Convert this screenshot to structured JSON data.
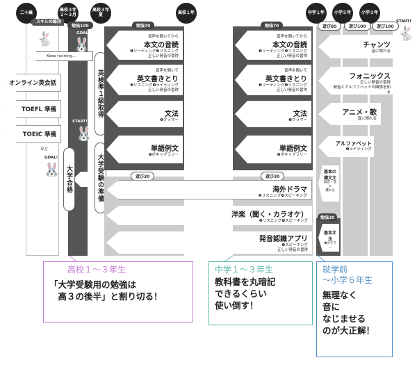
{
  "timeline": [
    {
      "label": "二十歳"
    },
    {
      "label": "高校３年\n２〜３月"
    },
    {
      "label": "高校３年\n夏"
    },
    {
      "label": "高校１年"
    },
    {
      "label": "中学１年"
    },
    {
      "label": "小学５年"
    },
    {
      "label": "小学３年"
    }
  ],
  "skills_maintain": "スキルの維持",
  "keep_running": "Keep running...",
  "goal": "GOAL!",
  "start": "START!",
  "study100": "勉強100",
  "study70a": "勉強70",
  "study70b": "勉強70",
  "play80": "遊び80",
  "play100a": "遊び100",
  "play100b": "遊び100",
  "play30a": "遊び30",
  "play30b": "遊び30",
  "study20": "勉強20",
  "left_items": [
    "オンライン英会話",
    "TOEFL 準備",
    "TOEIC 準備"
  ],
  "etc": "など",
  "pill_eiken": "英検準１級取得",
  "pill_exam": "大学受験の準備",
  "pill_pass": "大学合格",
  "high_items": [
    {
      "pre": "音声を聞いてから",
      "title": "本文の音読",
      "sub": "❶リーディング❷リスニング\n正しい発音の習得"
    },
    {
      "pre": "音声を聞いて",
      "title": "英文書きとり",
      "sub": "❷リスニング❸ライティング\n正しい発音の習得"
    },
    {
      "pre": "",
      "title": "文法",
      "sub": "❺グラマー"
    },
    {
      "pre": "",
      "title": "単語例文",
      "sub": "❻ボキャブラリー"
    }
  ],
  "mid_items": [
    {
      "pre": "音声を聞いてから",
      "title": "本文の音読",
      "sub": "❶リーディング❷リスニング\n正しい発音の習得"
    },
    {
      "pre": "音声を聞いて",
      "title": "英文書きとり",
      "sub": "❶リーディング❷リスニング\n正しい発音の習得"
    },
    {
      "pre": "",
      "title": "文法",
      "sub": "❺グラマー"
    },
    {
      "pre": "",
      "title": "単語例文",
      "sub": "❻ボキャブラリー"
    }
  ],
  "elem_items": [
    {
      "title": "チャンツ",
      "sub": "音に慣れる"
    },
    {
      "title": "フォニックス",
      "sub": "正しい発音の習得\n発音とアルファベットの関係を知る"
    },
    {
      "title": "アニメ・歌",
      "sub": "音に慣れる"
    },
    {
      "title": "アルファベット",
      "sub": "❸ライティング"
    }
  ],
  "basic_sentence": {
    "title": "基本の\n構文文",
    "sub": "発音・音に\n慣れる"
  },
  "basic_grammar": {
    "title": "基本文法",
    "sub": "❺グラマー"
  },
  "play_items": [
    {
      "title": "海外ドラマ",
      "sub": "❷リスニング❹スピーキング"
    },
    {
      "title": "洋楽（聞く・カラオケ）",
      "sub": "❷リスニング❹スピーキング"
    },
    {
      "title": "発音認識アプリ",
      "sub": "❹スピーキング\n正しい発音の習得"
    }
  ],
  "boxes": [
    {
      "head": "高校１〜３年生",
      "body": "「大学受験用の勉強は\n　高３の後半」と割り切る！",
      "color": "#c77ad6"
    },
    {
      "head": "中学１〜３年生",
      "body": "教科書を丸暗記\nできるくらい\n使い倒す！",
      "color": "#5bb8a8"
    },
    {
      "head": "就学前\n〜小学６年生",
      "body": "無理なく\n音に\nなじませる\nのが大正解！",
      "color": "#4f8fc8"
    }
  ]
}
